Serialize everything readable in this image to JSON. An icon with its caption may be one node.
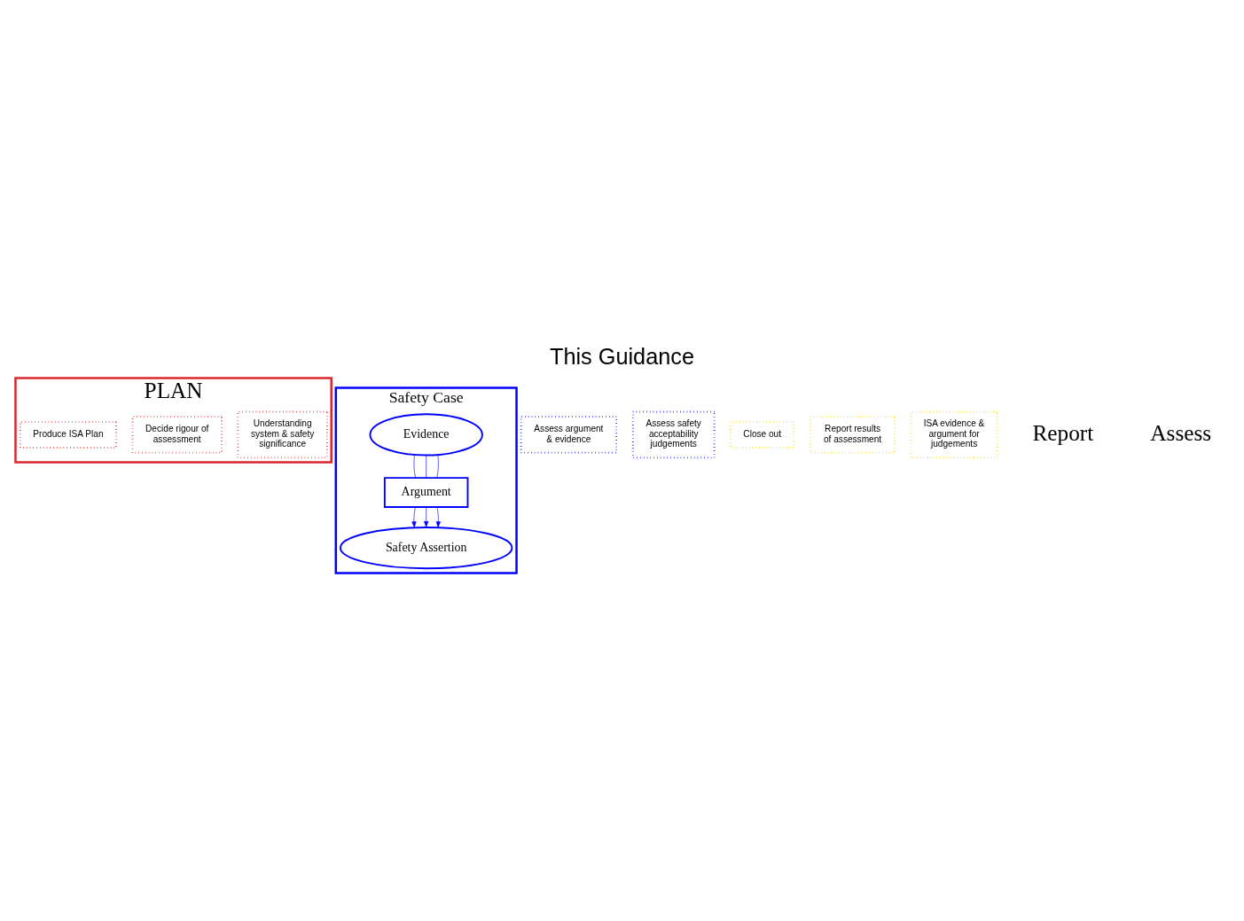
{
  "diagram": {
    "title": "This Guidance",
    "nodes": [
      {
        "text": [
          "PLAN"
        ]
      },
      {
        "text": [
          "Understanding system & safety significance"
        ],
        "in": 0
      },
      {
        "text": [
          "Decide rigour of assessment"
        ],
        "in": 0
      },
      {
        "text": [
          "Produce ISA Plan"
        ],
        "in": 0
      },
      {
        "text": [
          "Safety Case"
        ]
      },
      {
        "text": [
          "Safety Assertion"
        ],
        "in": 4
      },
      {
        "text": [
          "Argument"
        ],
        "in": 4
      },
      {
        "text": [
          "Evidence"
        ],
        "in": 4
      },
      {
        "text": [
          "Assess argument & evidence"
        ]
      },
      {
        "text": [
          "Assess safety acceptability judgements"
        ]
      },
      {
        "text": [
          "Close out"
        ]
      },
      {
        "text": [
          "Report results of assessment"
        ]
      },
      {
        "text": [
          "ISA evidence & argument for judgements"
        ]
      }
    ],
    "edges": [
      {
        "from": 6,
        "to": 5,
        "arrow": "to"
      },
      {
        "from": 6,
        "to": 5,
        "arrow": "to"
      },
      {
        "from": 6,
        "to": 5,
        "arrow": "to"
      },
      {
        "from": 7,
        "to": 6,
        "arrow": "none"
      },
      {
        "from": 7,
        "to": 6,
        "arrow": "none"
      },
      {
        "from": 7,
        "to": 6,
        "arrow": "none"
      }
    ],
    "labels": [
      "Report",
      "Assess"
    ]
  }
}
